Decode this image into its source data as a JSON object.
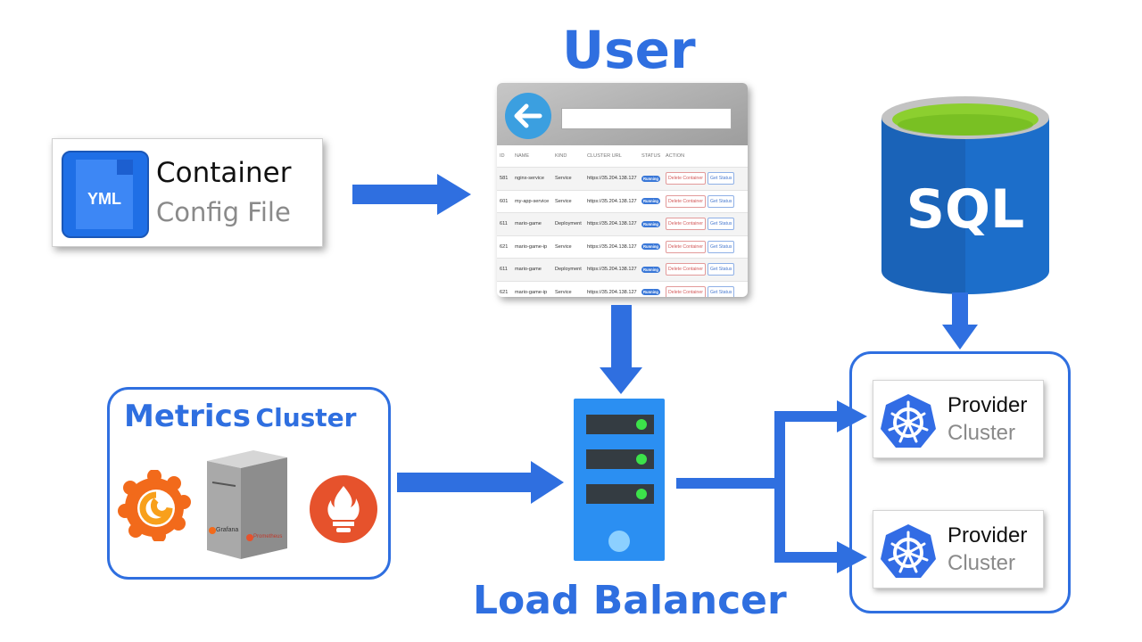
{
  "user": {
    "title": "User",
    "table": {
      "headers": [
        "ID",
        "NAME",
        "KIND",
        "CLUSTER URL",
        "STATUS",
        "ACTION"
      ],
      "rows": [
        {
          "id": "581",
          "name": "nginx-service",
          "kind": "Service",
          "url": "https://35.204.138.127",
          "status": "Running"
        },
        {
          "id": "601",
          "name": "my-app-service",
          "kind": "Service",
          "url": "https://35.204.138.127",
          "status": "Running"
        },
        {
          "id": "611",
          "name": "mario-game",
          "kind": "Deployment",
          "url": "https://35.204.138.127",
          "status": "Running"
        },
        {
          "id": "621",
          "name": "mario-game-ip",
          "kind": "Service",
          "url": "https://35.204.138.127",
          "status": "Running"
        },
        {
          "id": "611",
          "name": "mario-game",
          "kind": "Deployment",
          "url": "https://35.204.138.127",
          "status": "Running"
        },
        {
          "id": "621",
          "name": "mario-game-ip",
          "kind": "Service",
          "url": "https://35.204.138.127",
          "status": "Running"
        }
      ],
      "delete_label": "Delete Container",
      "status_label": "Get Status"
    }
  },
  "config": {
    "icon_label": "YML",
    "line1": "Container",
    "line2": "Config File"
  },
  "sql": {
    "label": "SQL"
  },
  "metrics": {
    "title_word1": "Metrics",
    "title_word2": "Cluster",
    "grafana_small": "Grafana",
    "prometheus_small": "Prometheus"
  },
  "load_balancer": {
    "label": "Load Balancer"
  },
  "providers": [
    {
      "line1": "Provider",
      "line2": "Cluster"
    },
    {
      "line1": "Provider",
      "line2": "Cluster"
    }
  ],
  "colors": {
    "accent": "#2f6fe0",
    "arrow": "#2f6fe0",
    "server": "#2b8ff2",
    "sql_dark": "#1a63b8",
    "sql_top": "#8ccf2f",
    "grafana": "#f26a1b",
    "prometheus": "#e6522c",
    "k8s": "#326ce5"
  }
}
